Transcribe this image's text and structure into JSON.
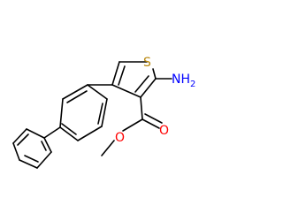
{
  "molecule": {
    "atoms": {
      "sulfur": {
        "symbol": "S",
        "color": "#b8860b"
      },
      "amine": {
        "symbol": "NH",
        "subscript": "2",
        "color": "#0000ff"
      },
      "carbonyl_oxygen": {
        "symbol": "O",
        "color": "#ff0000"
      },
      "ester_oxygen": {
        "symbol": "O",
        "color": "#ff0000"
      }
    },
    "colors": {
      "bond": "#000000",
      "background": "#ffffff"
    }
  }
}
